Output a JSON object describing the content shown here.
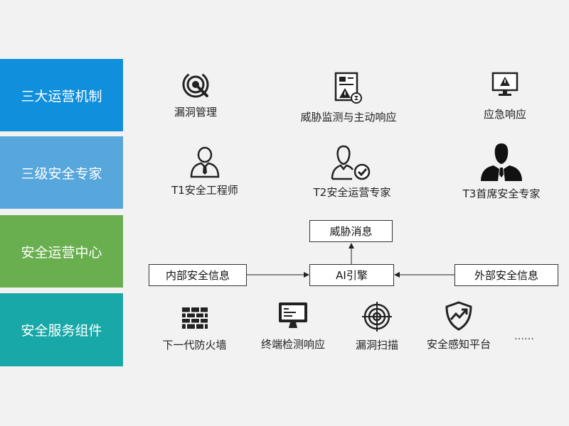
{
  "rows": [
    {
      "label": "三大运营机制",
      "color": "#0f8fdc"
    },
    {
      "label": "三级安全专家",
      "color": "#57a6dc"
    },
    {
      "label": "安全运营中心",
      "color": "#6aaf4f"
    },
    {
      "label": "安全服务组件",
      "color": "#18a8a7"
    }
  ],
  "mechanisms": [
    {
      "label": "漏洞管理",
      "icon": "bug-scan-icon"
    },
    {
      "label": "威胁监测与主动响应",
      "icon": "threat-report-icon"
    },
    {
      "label": "应急响应",
      "icon": "monitor-alert-icon"
    }
  ],
  "experts": [
    {
      "label": "T1安全工程师",
      "icon": "user-tie-icon"
    },
    {
      "label": "T2安全运营专家",
      "icon": "user-check-icon"
    },
    {
      "label": "T3首席安全专家",
      "icon": "user-solid-icon"
    }
  ],
  "soc": {
    "internal": "内部安全信息",
    "external": "外部安全信息",
    "engine": "AI引擎",
    "output": "威胁消息"
  },
  "components": [
    {
      "label": "下一代防火墙",
      "icon": "firewall-icon"
    },
    {
      "label": "终端检测响应",
      "icon": "terminal-monitor-icon"
    },
    {
      "label": "漏洞扫描",
      "icon": "target-icon"
    },
    {
      "label": "安全感知平台",
      "icon": "shield-trend-icon"
    }
  ],
  "more": "……"
}
